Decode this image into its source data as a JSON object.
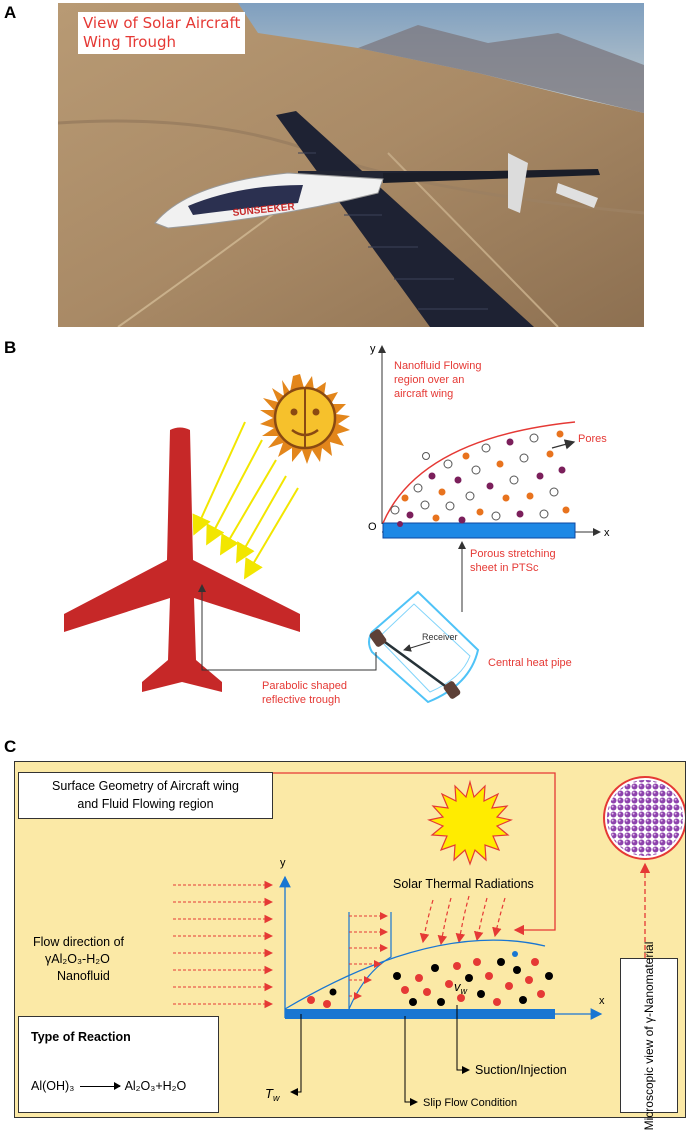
{
  "panel_a": {
    "label": "A",
    "caption_line1": "View of Solar Aircraft",
    "caption_line2": "Wing Trough",
    "plane_text": "SUNSEEKER"
  },
  "panel_b": {
    "label": "B",
    "axis_y": "y",
    "axis_x": "x",
    "origin": "O",
    "flow_region_line1": "Nanofluid Flowing",
    "flow_region_line2": "region over an",
    "flow_region_line3": "aircraft wing",
    "pores": "Pores",
    "sheet_line1": "Porous stretching",
    "sheet_line2": "sheet in PTSc",
    "receiver": "Receiver",
    "heat_pipe": "Central heat pipe",
    "trough_line1": "Parabolic shaped",
    "trough_line2": "reflective trough"
  },
  "panel_c": {
    "label": "C",
    "surface_line1": "Surface Geometry of Aircraft wing",
    "surface_line2": "and Fluid Flowing region",
    "radiation": "Solar Thermal Radiations",
    "flow_line1": "Flow direction of",
    "flow_line2": "γAl₂O₃-H₂O",
    "flow_line3": "Nanofluid",
    "axis_y": "y",
    "axis_x": "x",
    "vw": "v",
    "vw_sub": "w",
    "tw": "T",
    "tw_sub": "w",
    "suction": "Suction/Injection",
    "slip": "Slip Flow Condition",
    "reaction_title": "Type of Reaction",
    "reactant": "Al(OH)₃",
    "product": "Al₂O₃+H₂O",
    "micro": "Microscopic view of γ-Nanomaterial"
  },
  "colors": {
    "accent_red": "#e53935",
    "wing_blue": "#1976d2",
    "background_c": "#fbe9a6",
    "airplane_red": "#c62828"
  }
}
